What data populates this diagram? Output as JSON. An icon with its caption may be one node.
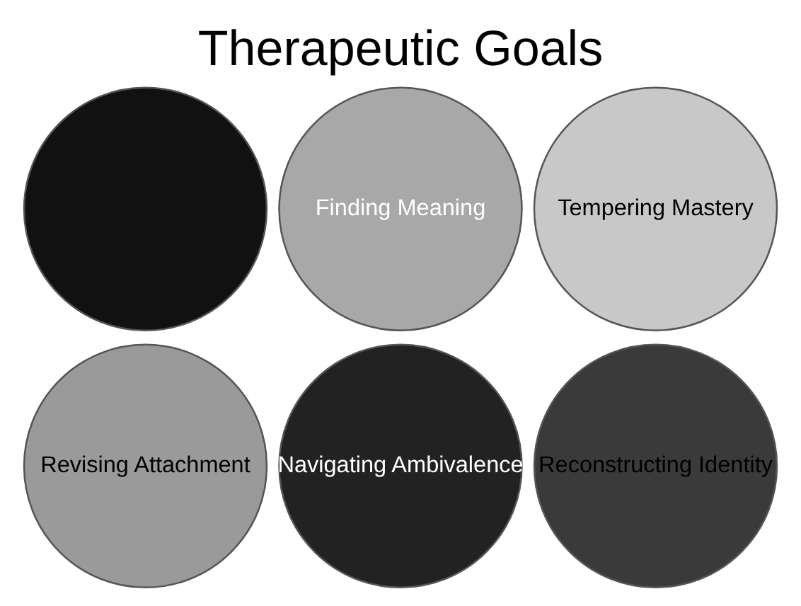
{
  "diagram": {
    "title": "Therapeutic Goals",
    "nodes": [
      {
        "text": [],
        "shape": "circle"
      },
      {
        "text": [
          "Finding Meaning"
        ]
      },
      {
        "text": [
          "Tempering Mastery"
        ]
      },
      {
        "text": [
          "Revising Attachment"
        ]
      },
      {
        "text": [
          "Reconstructing Identity"
        ]
      },
      {
        "text": [
          "Navigating Ambivalence"
        ]
      }
    ],
    "edges": []
  }
}
